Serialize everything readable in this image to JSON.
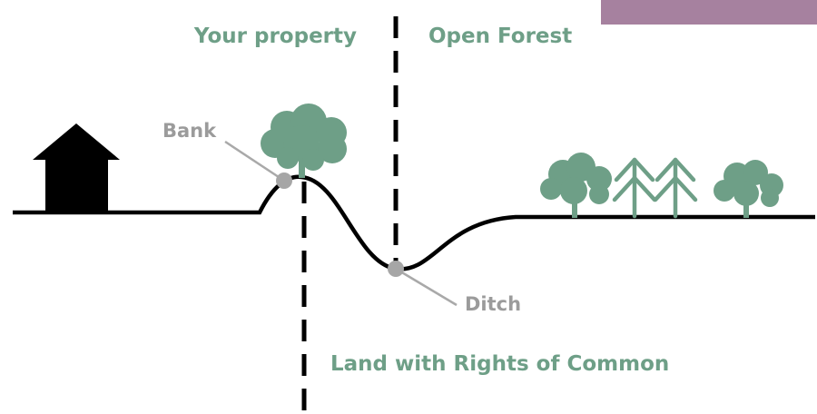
{
  "labels": {
    "your_property": "Your property",
    "open_forest": "Open Forest",
    "bank": "Bank",
    "ditch": "Ditch",
    "land_with_rights": "Land with Rights of Common"
  },
  "colors": {
    "label_green": "#6e9f87",
    "tree_green": "#6e9f87",
    "marker_grey": "#a6a6a6",
    "label_grey": "#9b9b9b",
    "corner_banner": "#a6819f",
    "ground_line": "#000000"
  },
  "icons": {
    "house": "house-icon",
    "deciduous_tree": "deciduous-tree-icon",
    "conifer_tree": "conifer-tree-icon"
  }
}
